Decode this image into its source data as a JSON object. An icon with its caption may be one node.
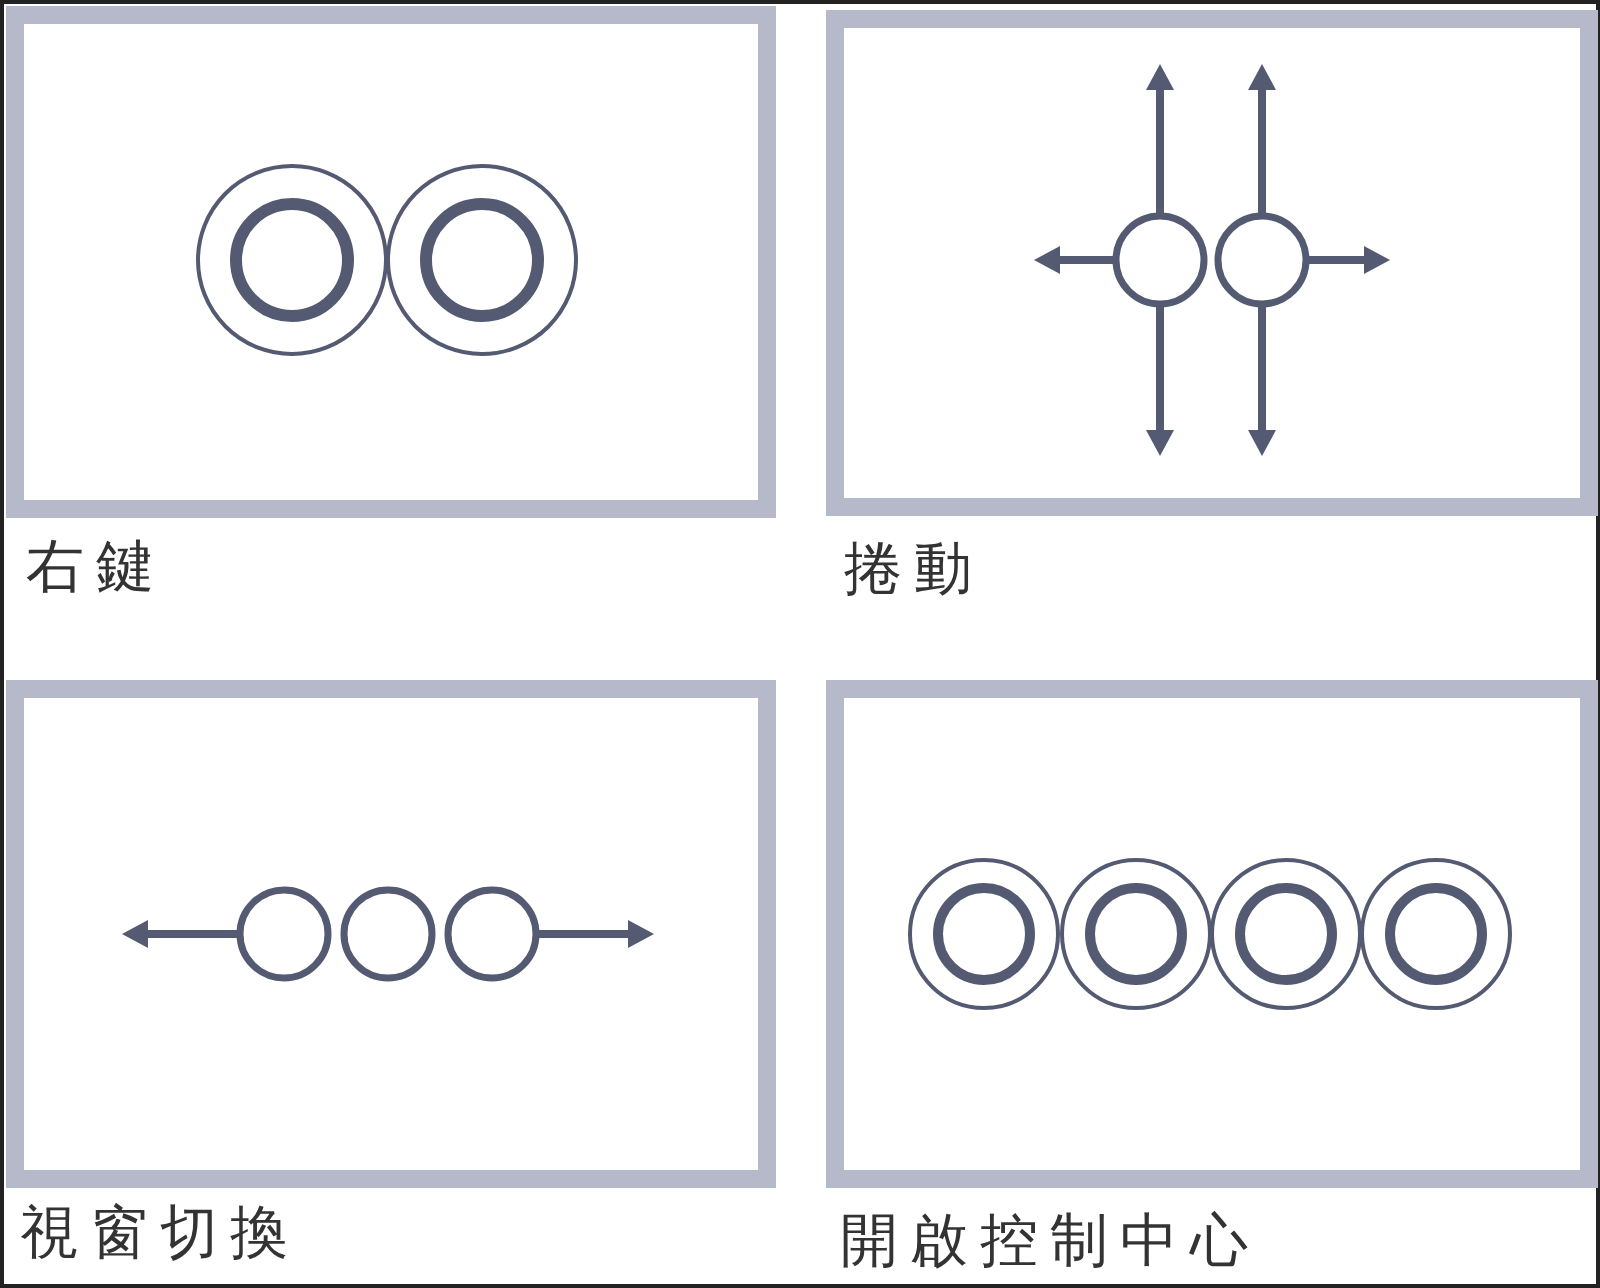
{
  "diagram": {
    "nodes": [
      {
        "text": [
          "右鍵"
        ]
      },
      {
        "text": [
          "捲動"
        ]
      },
      {
        "text": [
          "視窗切換"
        ]
      },
      {
        "text": [
          "開啟控制中心"
        ]
      }
    ]
  }
}
